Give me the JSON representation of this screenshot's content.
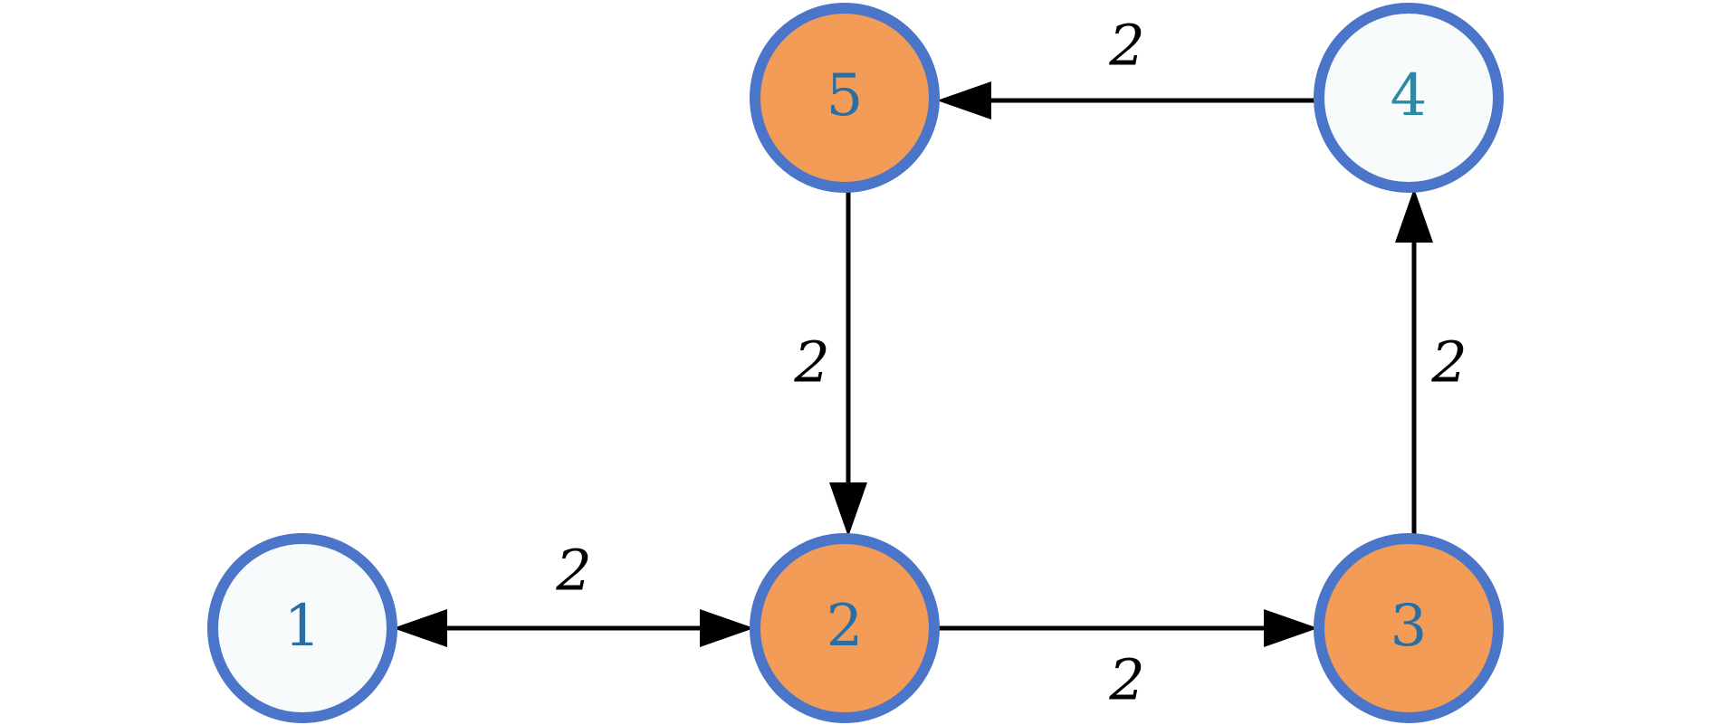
{
  "nodes": [
    {
      "id": "1",
      "label": "1",
      "fill": "#f8fbfc",
      "label_color": "#2a6fa3"
    },
    {
      "id": "2",
      "label": "2",
      "fill": "#f39c58",
      "label_color": "#2a6fa3"
    },
    {
      "id": "3",
      "label": "3",
      "fill": "#f39c58",
      "label_color": "#2a6fa3"
    },
    {
      "id": "4",
      "label": "4",
      "fill": "#f8fbfc",
      "label_color": "#2a8aa3"
    },
    {
      "id": "5",
      "label": "5",
      "fill": "#f39c58",
      "label_color": "#2a6fa3"
    }
  ],
  "edges": [
    {
      "from": "1",
      "to": "2",
      "label": "2",
      "bidirectional": true
    },
    {
      "from": "2",
      "to": "3",
      "label": "2",
      "bidirectional": false
    },
    {
      "from": "3",
      "to": "4",
      "label": "2",
      "bidirectional": false
    },
    {
      "from": "4",
      "to": "5",
      "label": "2",
      "bidirectional": false
    },
    {
      "from": "5",
      "to": "2",
      "label": "2",
      "bidirectional": false
    }
  ],
  "colors": {
    "node_border": "#4a75c8",
    "highlighted_fill": "#f39c58",
    "plain_fill": "#f8fbfc",
    "edge": "#000000"
  }
}
